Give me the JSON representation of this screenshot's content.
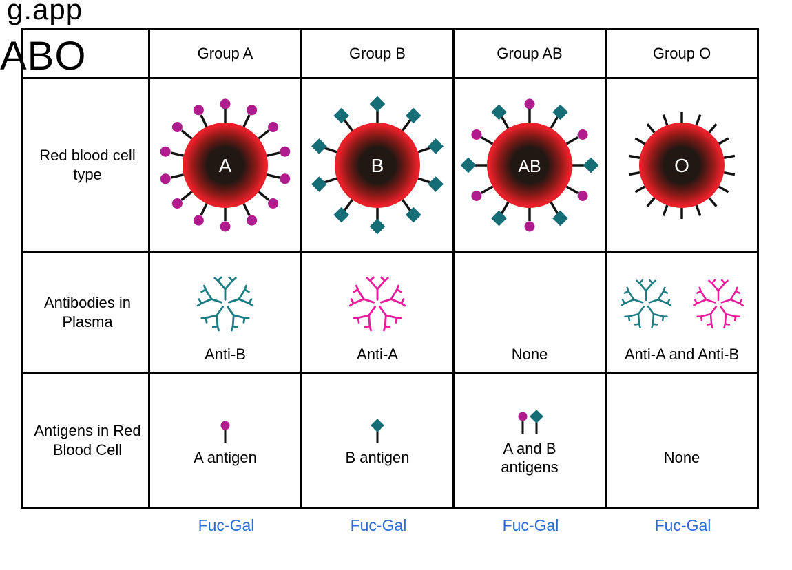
{
  "page": {
    "top_fragment": "g.app",
    "title": "ABO"
  },
  "table": {
    "row_headers": [
      "Red blood cell type",
      "Antibodies in Plasma",
      "Antigens in Red Blood Cell"
    ]
  },
  "columns": [
    {
      "header": "Group A",
      "cell_label": "A",
      "spike_count": 14,
      "antigens": [
        "A"
      ],
      "antibody_types": [
        "B"
      ],
      "antibody_label": "Anti-B",
      "antigen_types": [
        "A"
      ],
      "antigen_label": "A antigen",
      "footer": "Fuc-Gal"
    },
    {
      "header": "Group B",
      "cell_label": "B",
      "spike_count": 10,
      "antigens": [
        "B"
      ],
      "antibody_types": [
        "A"
      ],
      "antibody_label": "Anti-A",
      "antigen_types": [
        "B"
      ],
      "antigen_label": "B antigen",
      "footer": "Fuc-Gal"
    },
    {
      "header": "Group AB",
      "cell_label": "AB",
      "spike_count": 12,
      "antigens": [
        "A",
        "B"
      ],
      "antibody_types": [],
      "antibody_label": "None",
      "antigen_types": [
        "A",
        "B"
      ],
      "antigen_label": "A and B antigens",
      "footer": "Fuc-Gal"
    },
    {
      "header": "Group O",
      "cell_label": "O",
      "spike_count": 18,
      "antigens": [],
      "antibody_types": [
        "B",
        "A"
      ],
      "antibody_label": "Anti-A and Anti-B",
      "antigen_types": [],
      "antigen_label": "None",
      "footer": "Fuc-Gal"
    }
  ],
  "colors": {
    "cell_red": "#e8202a",
    "cell_core": "#211713",
    "a_antigen": "#b01c8e",
    "b_antigen": "#156e76",
    "anti_a": "#ea1b9d",
    "anti_b": "#1e7d84",
    "spike": "#121212",
    "border": "#000000",
    "footer_blue": "#2a6bd4"
  }
}
